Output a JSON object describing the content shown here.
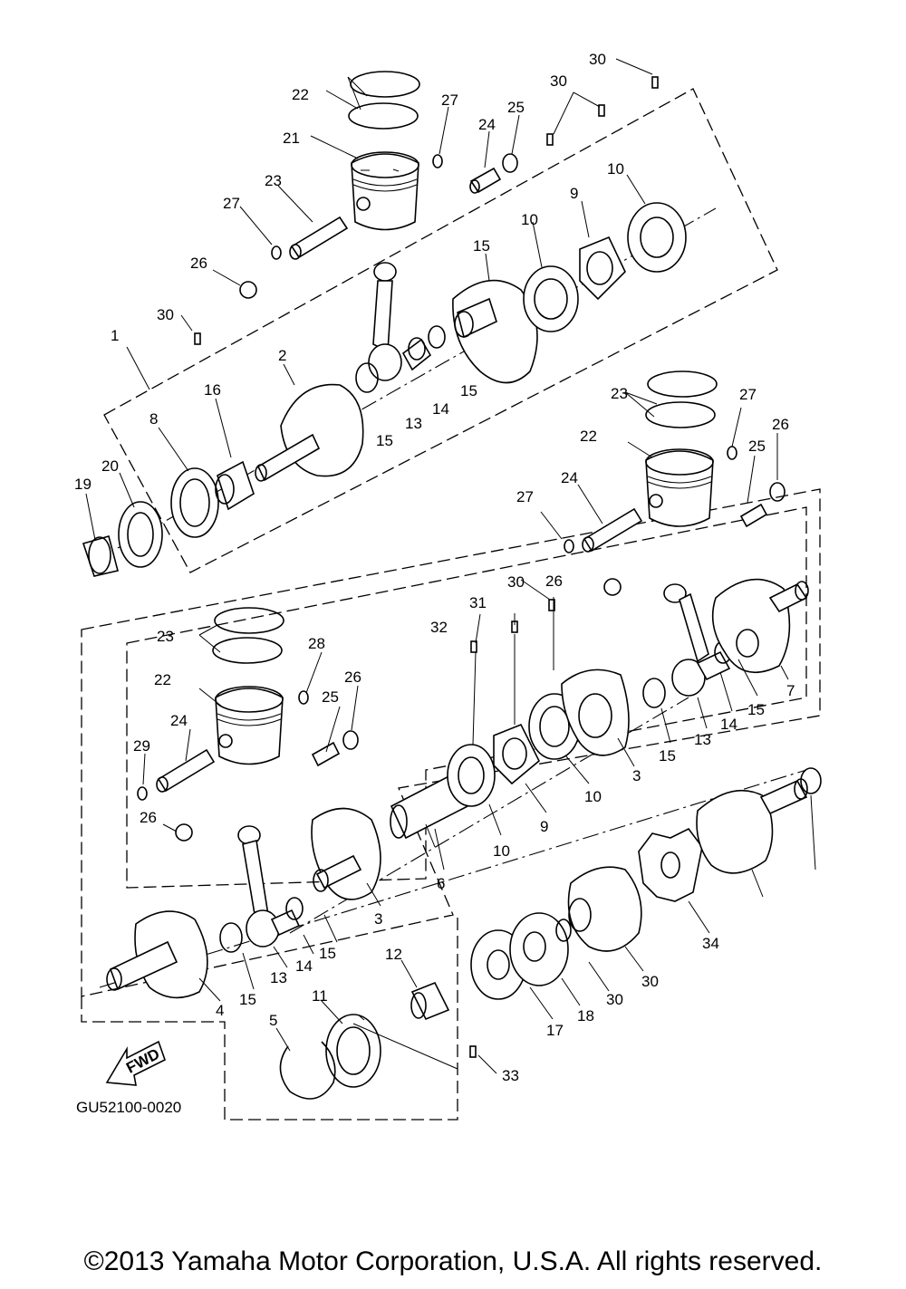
{
  "diagram": {
    "drawing_code": "GU52100-0020",
    "direction_arrow": "FWD",
    "copyright": "©2013 Yamaha Motor Corporation, U.S.A. All rights reserved."
  },
  "callouts": [
    "1",
    "2",
    "3",
    "3",
    "4",
    "5",
    "6",
    "7",
    "8",
    "9",
    "9",
    "10",
    "10",
    "10",
    "10",
    "11",
    "12",
    "13",
    "13",
    "13",
    "14",
    "14",
    "14",
    "15",
    "15",
    "15",
    "15",
    "15",
    "15",
    "15",
    "16",
    "17",
    "18",
    "19",
    "20",
    "21",
    "22",
    "22",
    "22",
    "23",
    "23",
    "23",
    "24",
    "24",
    "24",
    "25",
    "25",
    "25",
    "26",
    "26",
    "26",
    "26",
    "26",
    "27",
    "27",
    "27",
    "27",
    "28",
    "29",
    "30",
    "30",
    "30",
    "30",
    "30",
    "30",
    "31",
    "32",
    "33",
    "34"
  ]
}
